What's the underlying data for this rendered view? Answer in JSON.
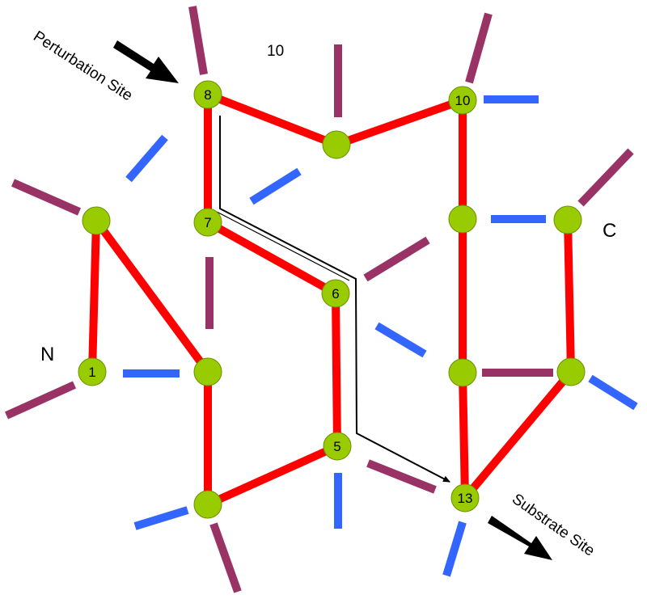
{
  "colors": {
    "edge": "#ff0000",
    "node_fill": "#99cc00",
    "node_stroke": "#6a8f00",
    "stick_purple": "#993366",
    "stick_blue": "#3366ff",
    "arrow": "#000000"
  },
  "node_labels": {
    "n8": "8",
    "n10": "10",
    "n7": "7",
    "n6": "6",
    "n1": "1",
    "n5": "5",
    "n13": "13"
  },
  "labels": {
    "top_number": "10",
    "n_terminus": "N",
    "c_terminus": "C",
    "perturbation_site": "Perturbation Site",
    "substrate_site": "Substrate Site"
  }
}
